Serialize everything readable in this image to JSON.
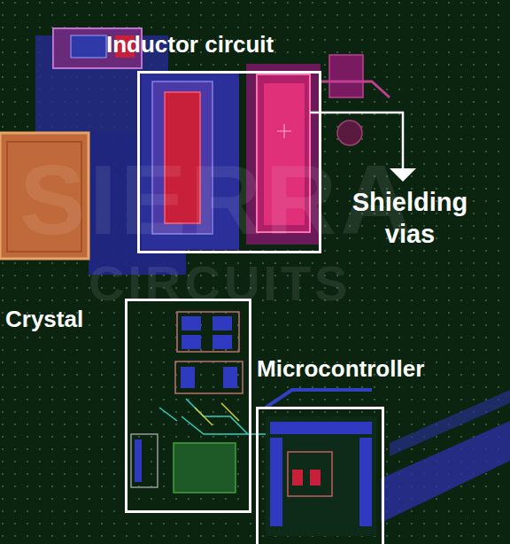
{
  "diagram": {
    "nodes": [
      {
        "text": [
          "Inductor circuit"
        ]
      },
      {
        "text": [
          "Crystal"
        ]
      },
      {
        "text": [
          "Microcontroller"
        ]
      }
    ],
    "labels": [
      "Shielding vias",
      "SIERRA",
      "CIRCUITS"
    ]
  }
}
